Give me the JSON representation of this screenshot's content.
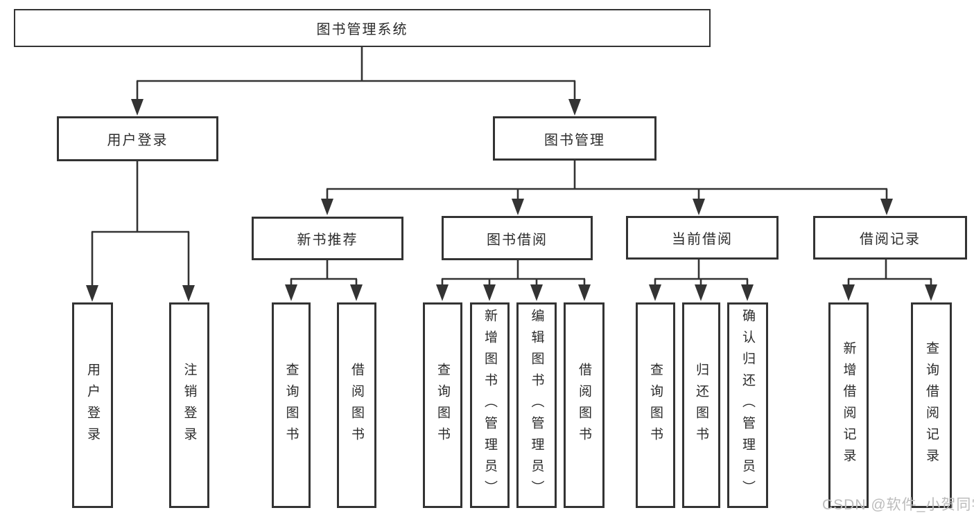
{
  "nodes": {
    "root": "图书管理系统",
    "user_login": "用户登录",
    "book_management": "图书管理",
    "new_book_recommend": "新书推荐",
    "book_borrowing": "图书借阅",
    "current_borrowing": "当前借阅",
    "borrowing_records": "借阅记录",
    "leaf_user_login": "用户登录",
    "leaf_logout": "注销登录",
    "nbr_query_books": "查询图书",
    "nbr_borrow_books": "借阅图书",
    "bb_query_books": "查询图书",
    "bb_add_books_admin": "新增图书（管理员）",
    "bb_edit_books_admin": "编辑图书（管理员）",
    "bb_borrow_books": "借阅图书",
    "cb_query_books": "查询图书",
    "cb_return_books": "归还图书",
    "cb_confirm_return_admin": "确认归还（管理员）",
    "br_add_record": "新增借阅记录",
    "br_query_record": "查询借阅记录"
  },
  "watermark": "CSDN @软件_小贺同学",
  "colors": {
    "line": "#333333",
    "text": "#2b2b2b",
    "box_background": "#ffffff",
    "watermark": "#bcbcbc"
  }
}
